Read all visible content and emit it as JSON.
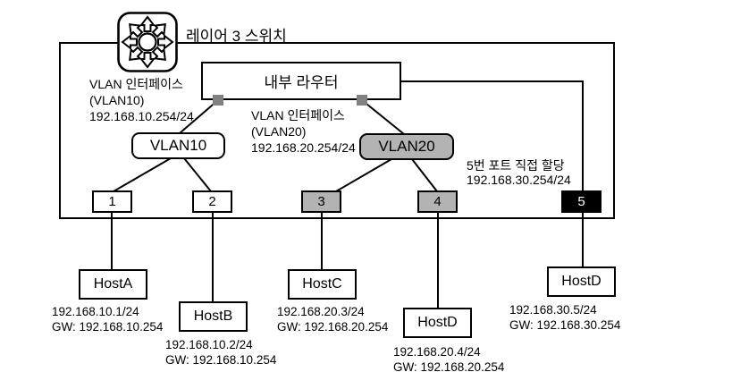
{
  "diagram": {
    "title": "레이어 3 스위치",
    "router": {
      "label": "내부 라우터"
    },
    "vlan_groups": {
      "vlan10": {
        "label": "VLAN10"
      },
      "vlan20": {
        "label": "VLAN20"
      }
    },
    "annotations": {
      "vlan10_interface": {
        "line1": "VLAN 인터페이스",
        "line2": "(VLAN10)",
        "line3": "192.168.10.254/24"
      },
      "vlan20_interface": {
        "line1": "VLAN 인터페이스",
        "line2": "(VLAN20)",
        "line3": "192.168.20.254/24"
      },
      "port5_direct": {
        "line1": "5번 포트 직접 할당",
        "line2": "192.168.30.254/24"
      }
    },
    "ports": [
      {
        "number": "1",
        "variant": "white"
      },
      {
        "number": "2",
        "variant": "white"
      },
      {
        "number": "3",
        "variant": "gray"
      },
      {
        "number": "4",
        "variant": "gray"
      },
      {
        "number": "5",
        "variant": "black"
      }
    ],
    "hosts": [
      {
        "name": "HostA",
        "ip": "192.168.10.1/24",
        "gw": "GW: 192.168.10.254"
      },
      {
        "name": "HostB",
        "ip": "192.168.10.2/24",
        "gw": "GW: 192.168.10.254"
      },
      {
        "name": "HostC",
        "ip": "192.168.20.3/24",
        "gw": "GW: 192.168.20.254"
      },
      {
        "name": "HostD",
        "ip": "192.168.20.4/24",
        "gw": "GW: 192.168.20.254"
      },
      {
        "name": "HostD",
        "ip": "192.168.30.5/24",
        "gw": "GW: 192.168.30.254"
      }
    ],
    "icon": {
      "name": "layer3-switch-icon"
    },
    "colors": {
      "stroke": "#000000",
      "gray_fill": "#b3b3b3",
      "connector_fill": "#808080",
      "port5_fill": "#000000",
      "port5_text": "#ffffff",
      "background": "#ffffff"
    }
  }
}
